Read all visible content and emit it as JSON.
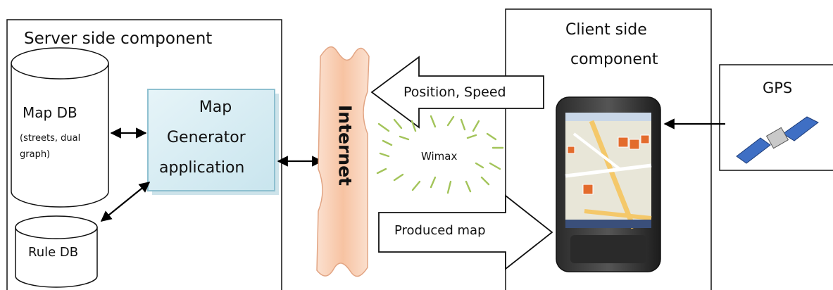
{
  "server": {
    "title": "Server side component",
    "map_db": {
      "title": "Map DB",
      "sub_line1": "(streets, dual",
      "sub_line2": "graph)"
    },
    "rule_db": {
      "title": "Rule DB"
    },
    "generator": {
      "line1": "Map",
      "line2": "Generator",
      "line3": "application"
    }
  },
  "network": {
    "internet_label": "Internet",
    "wimax_label": "Wimax",
    "upstream_label": "Position, Speed",
    "downstream_label": "Produced map"
  },
  "client": {
    "title_line1": "Client side",
    "title_line2": "component"
  },
  "gps": {
    "label": "GPS"
  },
  "colors": {
    "generator_fill": "#d9eef4",
    "generator_border": "#9cc7d6",
    "internet_fill": "#f9cdb0",
    "internet_border": "#e0a585",
    "wimax_dash": "#a3c45a"
  }
}
